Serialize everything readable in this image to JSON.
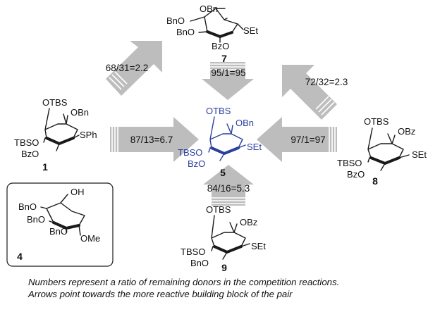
{
  "compounds": {
    "c1": {
      "number": "1",
      "otbs": "OTBS",
      "obn": "OBn",
      "sr": "SPh",
      "tbso": "TBSO",
      "acyl": "BzO"
    },
    "c4": {
      "number": "4",
      "oh": "OH",
      "bno1": "BnO",
      "bno2": "BnO",
      "bno3": "BnO",
      "ome": "OMe"
    },
    "c5": {
      "number": "5",
      "otbs": "OTBS",
      "obn": "OBn",
      "sr": "SEt",
      "tbso": "TBSO",
      "acyl": "BzO",
      "color": "#2b3f9e"
    },
    "c7": {
      "number": "7",
      "obn": "OBn",
      "bno1": "BnO",
      "bno2": "BnO",
      "sr": "SEt",
      "acyl": "BzO"
    },
    "c8": {
      "number": "8",
      "otbs": "OTBS",
      "obz": "OBz",
      "sr": "SEt",
      "tbso": "TBSO",
      "acyl": "BzO"
    },
    "c9": {
      "number": "9",
      "otbs": "OTBS",
      "obz": "OBz",
      "sr": "SEt",
      "tbso": "TBSO",
      "acyl": "BnO"
    }
  },
  "ratios": {
    "r_1_7": "68/31=2.2",
    "r_7_5": "95/1=95",
    "r_8_7": "72/32=2.3",
    "r_1_5": "87/13=6.7",
    "r_8_5": "97/1=97",
    "r_9_5": "84/16=5.3"
  },
  "footnote": {
    "line1": "Numbers represent a ratio of remaining donors in the competition reactions.",
    "line2": "Arrows point towards the more reactive building block of the pair"
  }
}
